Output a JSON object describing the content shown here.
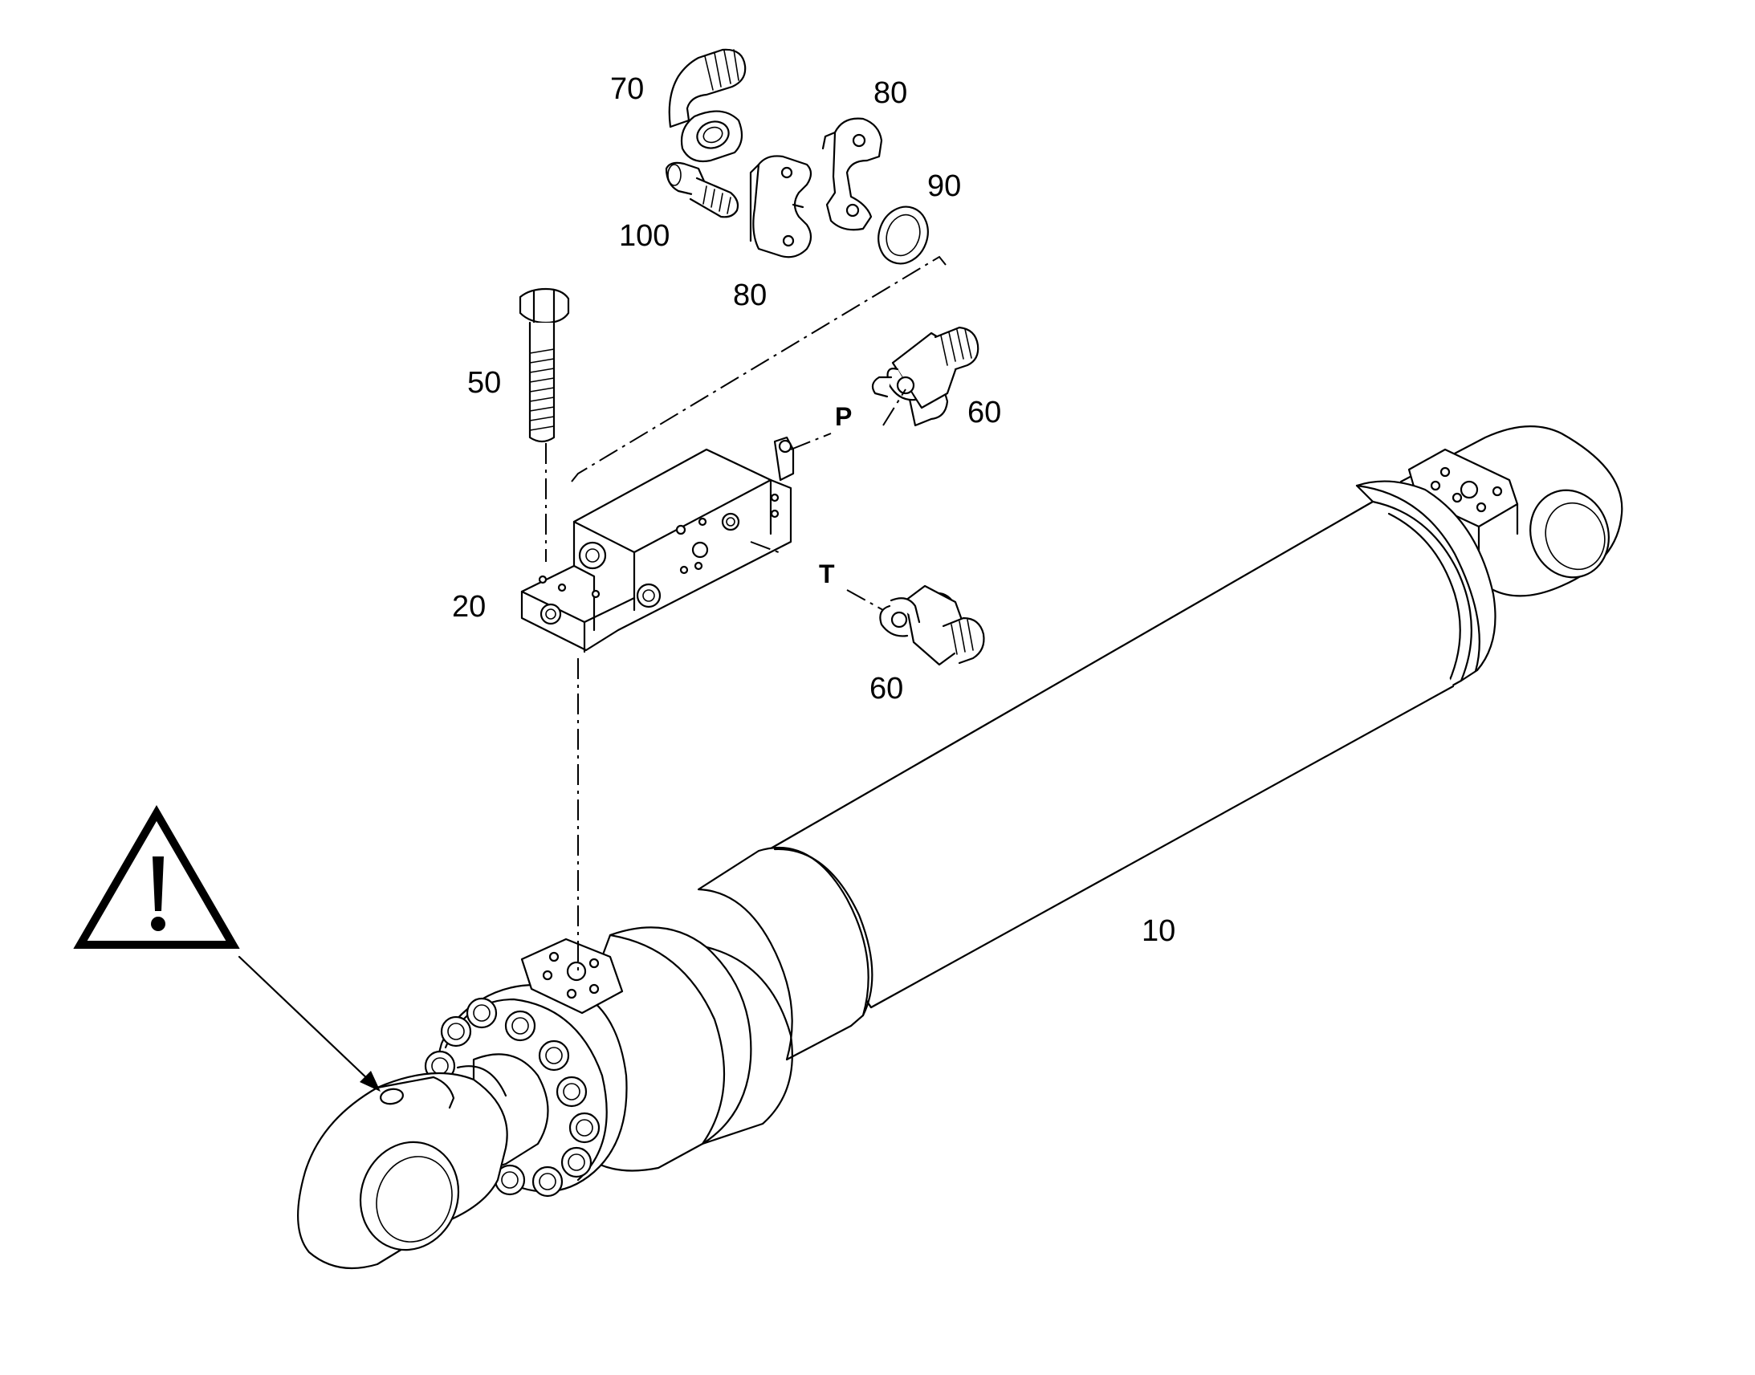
{
  "callouts": {
    "c10": "10",
    "c20": "20",
    "c50": "50",
    "c60_top": "60",
    "c60_bottom": "60",
    "c70": "70",
    "c80_top": "80",
    "c80_bottom": "80",
    "c90": "90",
    "c100": "100"
  },
  "ports": {
    "pressure": "P",
    "tank": "T"
  },
  "colors": {
    "line": "#000000",
    "background": "#ffffff"
  },
  "icons": {
    "warning": "warning-triangle-icon"
  }
}
